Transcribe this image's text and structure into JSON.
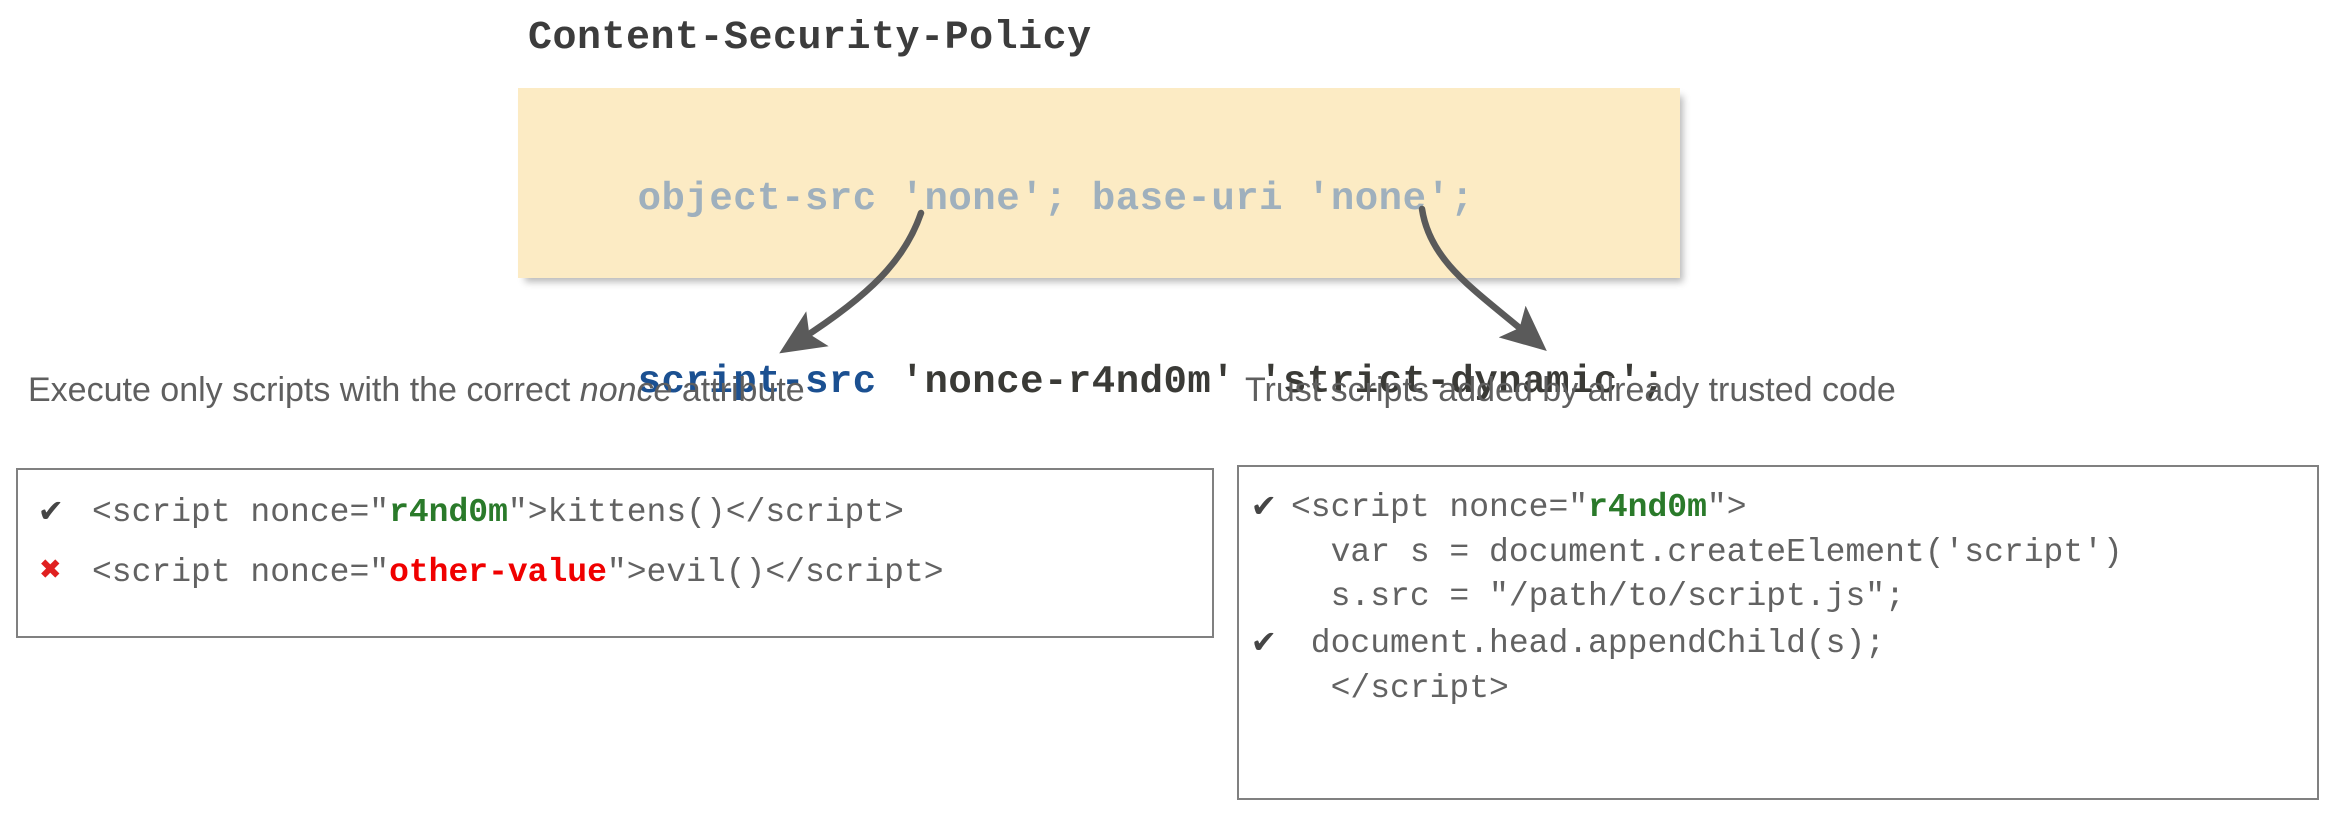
{
  "title": "Content-Security-Policy",
  "colors": {
    "policy_background": "#fcebc4",
    "directive_dim": "#9fb0bd",
    "directive_accent": "#1b5091",
    "value_dark": "#3a3a36",
    "good": "#2a7a2a",
    "bad": "#f00000",
    "caption_text": "#5f5f5f",
    "code_text": "#626262",
    "box_border": "#808080"
  },
  "policy": {
    "line1": {
      "directive_a": "object-src",
      "value_a": " 'none'; ",
      "directive_b": "base-uri",
      "value_b": " 'none';"
    },
    "line2": {
      "directive": "script-src",
      "value": " 'nonce-r4nd0m' 'strict-dynamic';"
    }
  },
  "annotations": {
    "left": {
      "caption_before": "Execute only scripts with the correct ",
      "caption_emphasis": "nonce",
      "caption_after": " attribute"
    },
    "right": {
      "caption": "Trust scripts added by already trusted code"
    }
  },
  "icons": {
    "check": "✔",
    "cross": "✖"
  },
  "examples": {
    "left": {
      "lines": [
        {
          "mark": "check",
          "pre": "<script nonce=\"",
          "value": "r4nd0m",
          "value_kind": "ok",
          "post": "\">kittens()</script>"
        },
        {
          "mark": "cross",
          "pre": "<script nonce=\"",
          "value": "other-value",
          "value_kind": "bad",
          "post": "\">evil()</script>"
        }
      ]
    },
    "right": {
      "lines": [
        {
          "mark": "check",
          "pre": "<script nonce=\"",
          "value": "r4nd0m",
          "value_kind": "ok",
          "post": "\">"
        },
        {
          "mark": "blank",
          "pre": "  var s = document.createElement('script')",
          "value": "",
          "value_kind": "none",
          "post": ""
        },
        {
          "mark": "blank",
          "pre": "  s.src = \"/path/to/script.js\";",
          "value": "",
          "value_kind": "none",
          "post": ""
        },
        {
          "mark": "check",
          "pre": " document.head.appendChild(s);",
          "value": "",
          "value_kind": "none",
          "post": ""
        },
        {
          "mark": "blank",
          "pre": "  </script>",
          "value": "",
          "value_kind": "none",
          "post": ""
        }
      ]
    }
  }
}
